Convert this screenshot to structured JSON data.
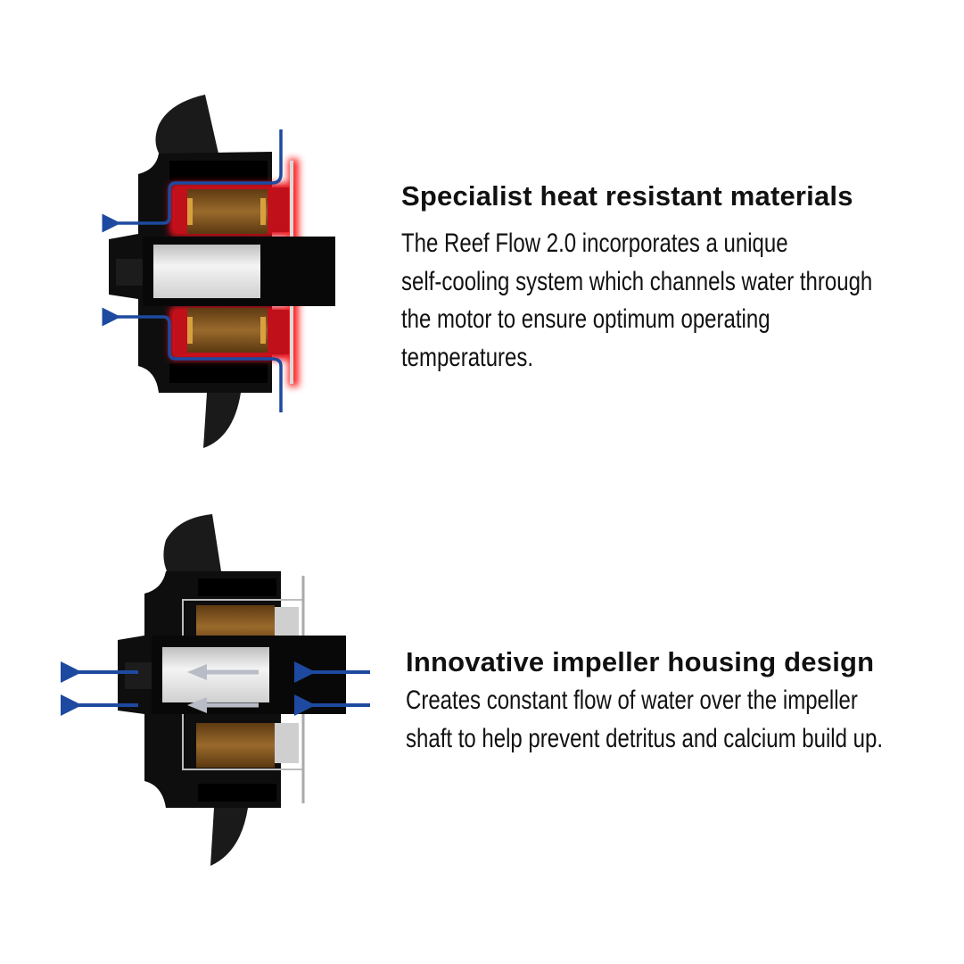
{
  "colors": {
    "flow_blue": "#1d4aa0",
    "heat_red": "#e0101a",
    "coil_brown": "#7a4e1c",
    "housing_black": "#111111"
  },
  "sections": [
    {
      "title": "Specialist heat resistant materials",
      "body_lines": [
        "The Reef Flow 2.0 incorporates a unique",
        "self-cooling system which channels water through",
        "the motor to ensure optimum operating",
        "temperatures."
      ]
    },
    {
      "title": "Innovative impeller housing design",
      "body_lines": [
        "Creates constant flow of water over the impeller",
        "shaft to help prevent detritus and calcium build up."
      ]
    }
  ]
}
